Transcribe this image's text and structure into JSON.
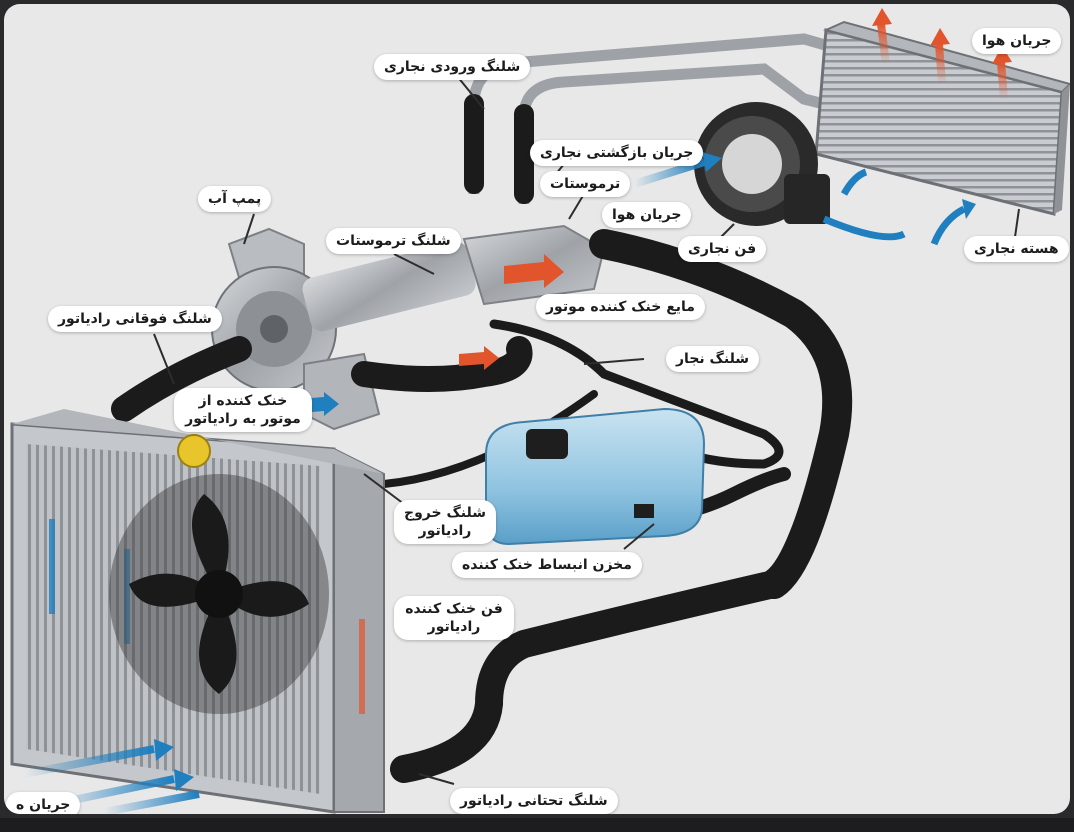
{
  "labels": {
    "air_flow_top": "جریان هوا",
    "heater_inlet_hose": "شلنگ ورودی نجاری",
    "heater_return_flow": "جریان بازگشتی نجاری",
    "thermostat": "ترموستات",
    "air_flow_mid": "جریان هوا",
    "water_pump": "پمپ آب",
    "thermostat_hose": "شلنگ ترموستات",
    "heater_fan": "فن نجاری",
    "heater_core": "هسته نجاری",
    "engine_coolant": "مایع خنک کننده موتور",
    "upper_radiator_hose": "شلنگ فوقانی رادیاتور",
    "heater_hose": "شلنگ نجار",
    "coolant_engine_to_radiator_line1": "خنک کننده از",
    "coolant_engine_to_radiator_line2": "موتور به رادیاتور",
    "radiator_outlet_hose_line1": "شلنگ خروج",
    "radiator_outlet_hose_line2": "رادیاتور",
    "expansion_tank": "مخزن انبساط خنک کننده",
    "radiator_fan_line1": "فن خنک کننده",
    "radiator_fan_line2": "رادیاتور",
    "lower_radiator_hose": "شلنگ تحتانی رادیاتور",
    "air_flow_bottom": "جریان ه"
  },
  "colors": {
    "hot_arrow": "#e2542b",
    "cool_arrow": "#1f7fbf",
    "hose": "#1b1b1b",
    "metal": "#a9adb2",
    "tank": "#8fc3e0"
  }
}
